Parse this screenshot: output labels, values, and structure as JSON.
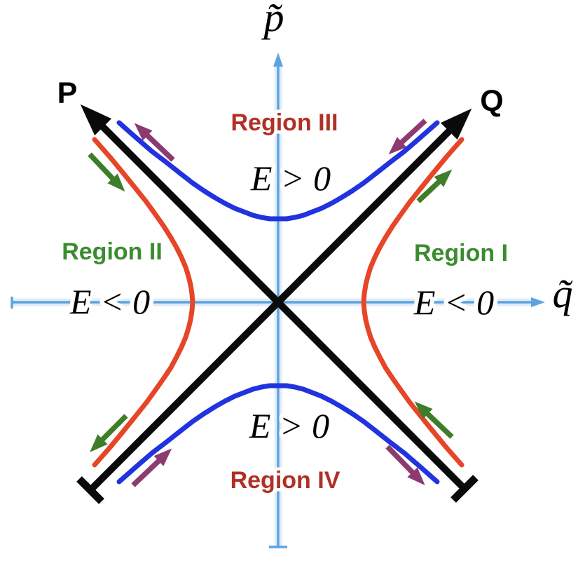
{
  "colors": {
    "background": "#ffffff",
    "axis": "#5da3dd",
    "separatrix": "#0a0a0a",
    "negative_energy_curve": "#e64527",
    "positive_energy_curve": "#2133de",
    "green_arrow": "#3e7d2a",
    "purple_arrow": "#8c3a70",
    "region_green_text": "#3a8c2e",
    "region_red_text": "#b13026",
    "energy_text": "#000000",
    "separatrix_label_text": "#000000"
  },
  "axes": {
    "vertical_label": "p̃",
    "horizontal_label": "q̃"
  },
  "separatrices": {
    "p_label": "P",
    "q_label": "Q"
  },
  "regions": {
    "i": "Region I",
    "ii": "Region II",
    "iii": "Region III",
    "iv": "Region IV"
  },
  "energy": {
    "top": "E > 0",
    "bottom": "E > 0",
    "left": "E < 0",
    "right": "E < 0"
  }
}
